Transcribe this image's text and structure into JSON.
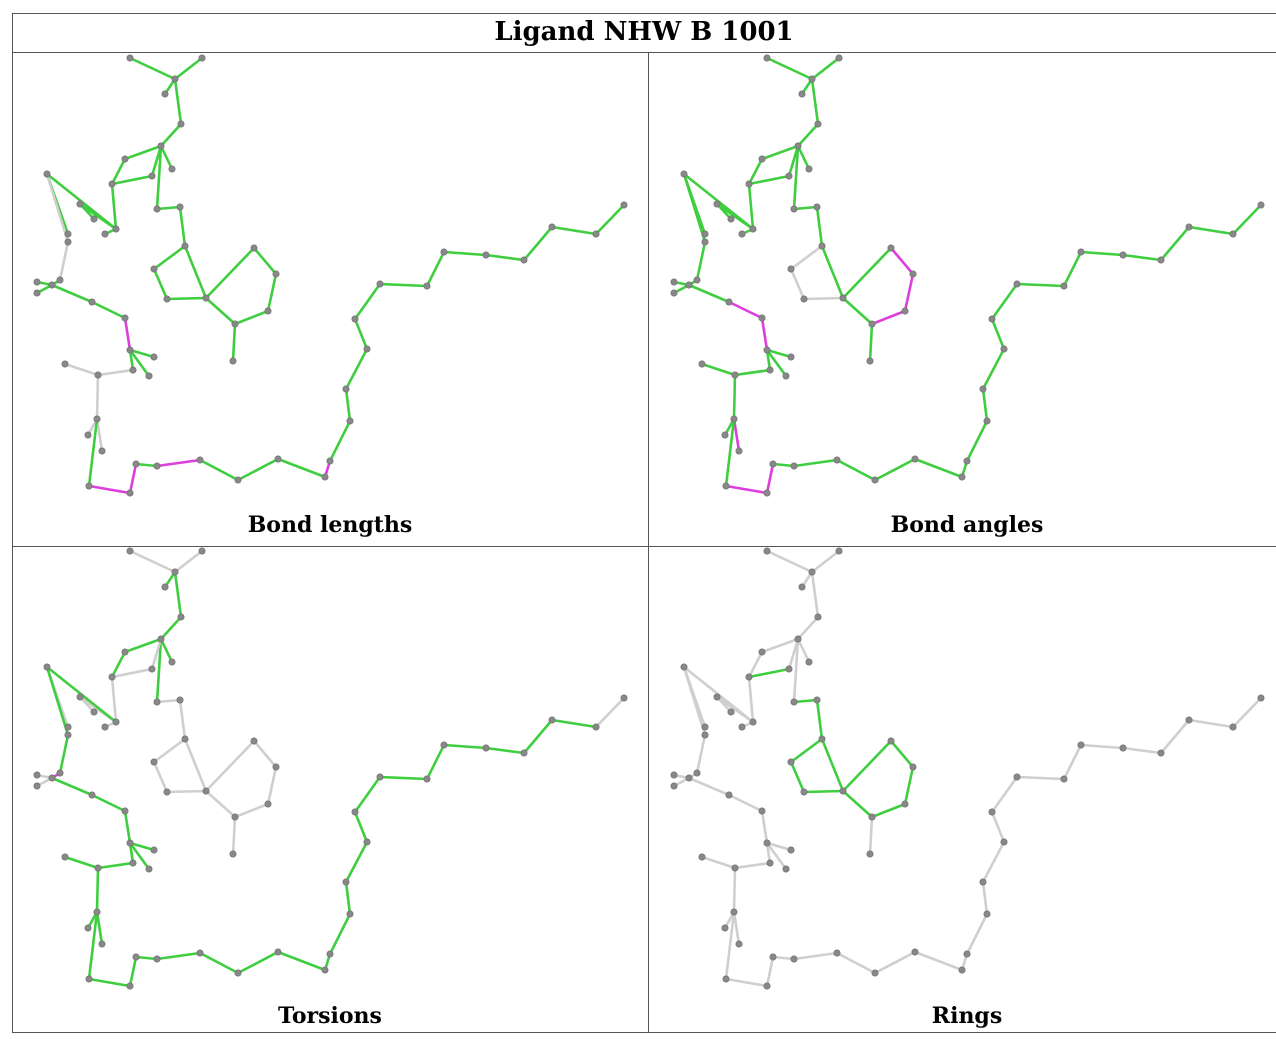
{
  "title": "Ligand NHW B 1001",
  "panels": [
    {
      "caption": "Bond lengths"
    },
    {
      "caption": "Bond angles"
    },
    {
      "caption": "Torsions"
    },
    {
      "caption": "Rings"
    }
  ],
  "colors": {
    "good": "#3fce3f",
    "outlier": "#dd3fdd",
    "neutral": "#cfcfcf",
    "atom": "#888888"
  }
}
